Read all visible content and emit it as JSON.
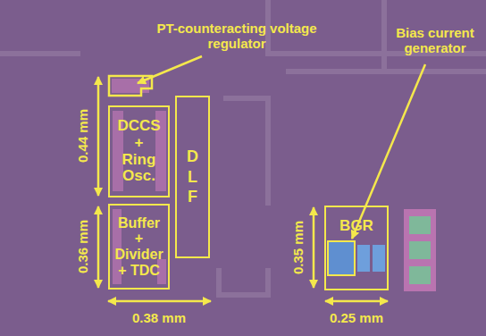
{
  "diagram": {
    "nodes": [
      {
        "text": [
          "DCCS + Ring Osc."
        ]
      },
      {
        "text": [
          "Buffer + Divider + TDC"
        ]
      },
      {
        "text": [
          "DLF"
        ]
      },
      {
        "text": [
          "BGR"
        ]
      }
    ],
    "labels": [
      "PT-counteracting voltage regulator",
      "Bias current generator",
      "0.44 mm",
      "0.36 mm",
      "0.38 mm",
      "0.35 mm",
      "0.25 mm"
    ]
  }
}
